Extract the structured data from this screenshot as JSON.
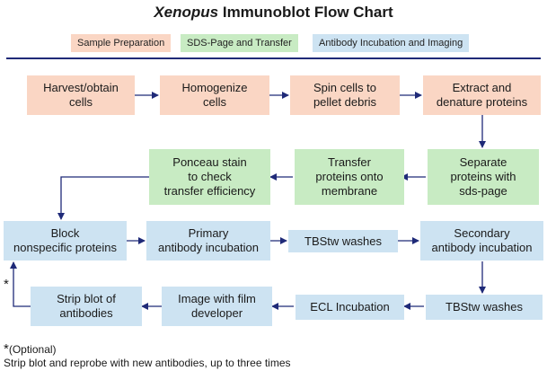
{
  "title": {
    "italic": "Xenopus",
    "rest": " Immunoblot Flow Chart"
  },
  "legend": [
    {
      "label": "Sample Preparation",
      "color": "#fad6c4"
    },
    {
      "label": "SDS-Page and Transfer",
      "color": "#c8ebc3"
    },
    {
      "label": "Antibody Incubation and Imaging",
      "color": "#cde3f2"
    }
  ],
  "colors": {
    "rule": "#1f2a78",
    "arrow": "#1f2a78"
  },
  "steps": {
    "harvest": "Harvest/obtain\ncells",
    "homogenize": "Homogenize\ncells",
    "spin": "Spin cells to\npellet debris",
    "extract": "Extract and\ndenature proteins",
    "separate": "Separate\nproteins with\nsds-page",
    "transfer": "Transfer\nproteins onto\nmembrane",
    "ponceau": "Ponceau stain\nto check\ntransfer efficiency",
    "block": "Block\nnonspecific proteins",
    "primary": "Primary\nantibody incubation",
    "tbstw1": "TBStw washes",
    "secondary": "Secondary\nantibody incubation",
    "tbstw2": "TBStw washes",
    "ecl": "ECL Incubation",
    "image": "Image with film\ndeveloper",
    "strip": "Strip blot of\nantibodies"
  },
  "optional_marker": "*",
  "footnote": {
    "line1_star": "*",
    "line1_text": "(Optional)",
    "line2": "Strip blot and reprobe with new antibodies, up to three times"
  }
}
